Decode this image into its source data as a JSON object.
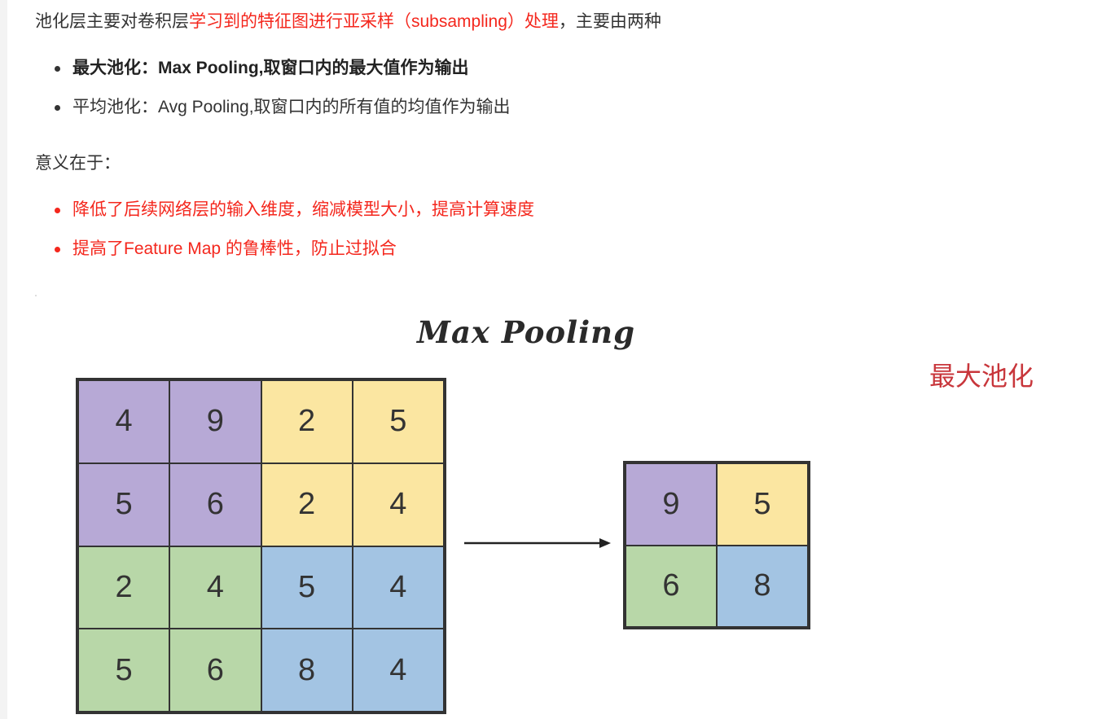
{
  "intro": {
    "prefix": "池化层主要对卷积层",
    "highlight": "学习到的特征图进行亚采样（subsampling）处理",
    "suffix": "，主要由两种"
  },
  "pool_types": [
    {
      "label": "最大池化：Max Pooling,取窗口内的最大值作为输出"
    },
    {
      "label": "平均池化：Avg Pooling,取窗口内的所有值的均值作为输出"
    }
  ],
  "meaning_heading": "意义在于：",
  "benefits": [
    {
      "label": "降低了后续网络层的输入维度，缩减模型大小，提高计算速度"
    },
    {
      "label": "提高了Feature Map 的鲁棒性，防止过拟合"
    }
  ],
  "figure": {
    "title": "Max Pooling",
    "label": "最大池化",
    "colors": {
      "purple": "#b7a9d6",
      "yellow": "#fbe6a1",
      "green": "#b8d7a8",
      "blue": "#a3c4e3",
      "label_red": "#c8363b"
    },
    "input_grid": [
      [
        {
          "v": "4",
          "c": "purple"
        },
        {
          "v": "9",
          "c": "purple"
        },
        {
          "v": "2",
          "c": "yellow"
        },
        {
          "v": "5",
          "c": "yellow"
        }
      ],
      [
        {
          "v": "5",
          "c": "purple"
        },
        {
          "v": "6",
          "c": "purple"
        },
        {
          "v": "2",
          "c": "yellow"
        },
        {
          "v": "4",
          "c": "yellow"
        }
      ],
      [
        {
          "v": "2",
          "c": "green"
        },
        {
          "v": "4",
          "c": "green"
        },
        {
          "v": "5",
          "c": "blue"
        },
        {
          "v": "4",
          "c": "blue"
        }
      ],
      [
        {
          "v": "5",
          "c": "green"
        },
        {
          "v": "6",
          "c": "green"
        },
        {
          "v": "8",
          "c": "blue"
        },
        {
          "v": "4",
          "c": "blue"
        }
      ]
    ],
    "output_grid": [
      [
        {
          "v": "9",
          "c": "purple"
        },
        {
          "v": "5",
          "c": "yellow"
        }
      ],
      [
        {
          "v": "6",
          "c": "green"
        },
        {
          "v": "8",
          "c": "blue"
        }
      ]
    ]
  }
}
